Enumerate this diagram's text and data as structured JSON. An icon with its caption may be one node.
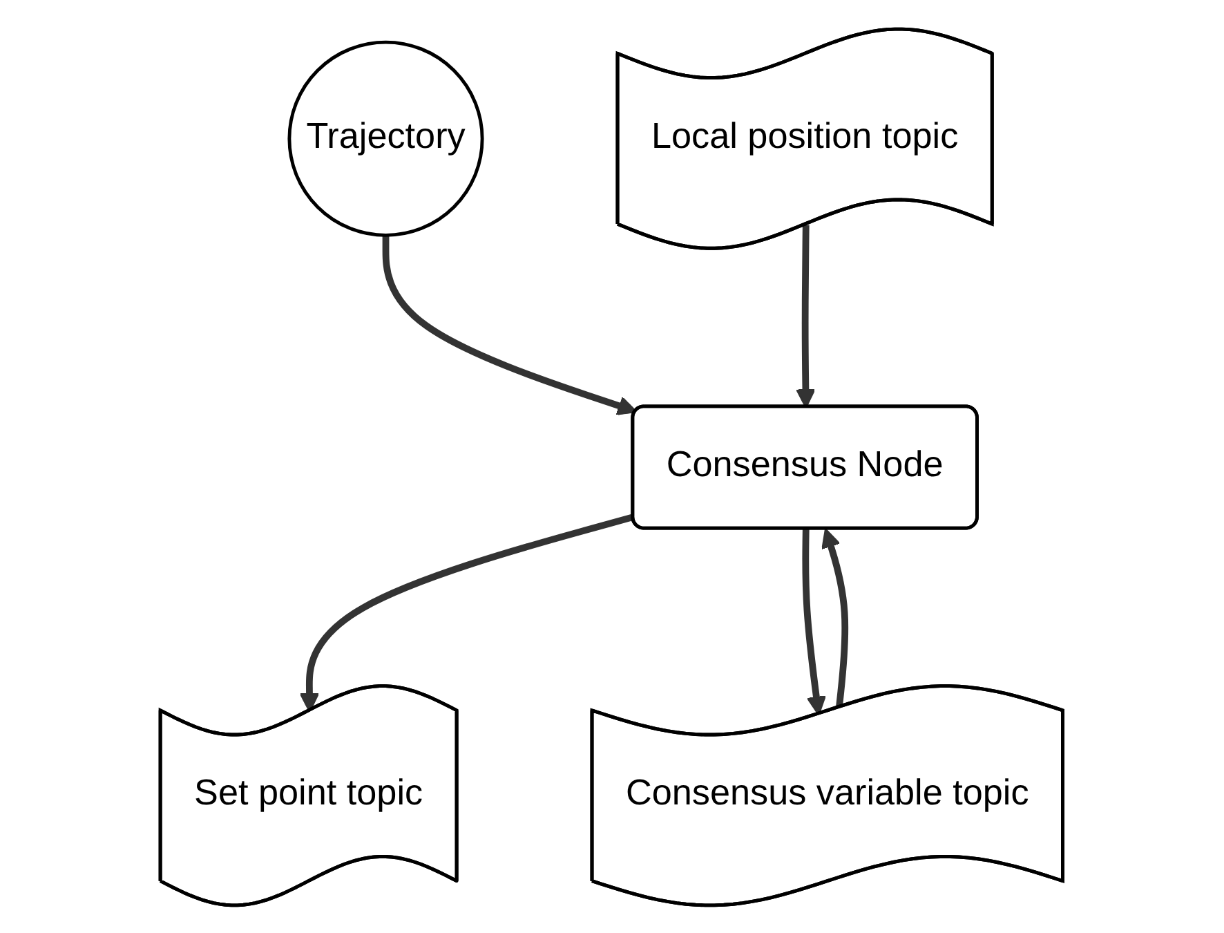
{
  "diagram": {
    "nodes": [
      {
        "text": [
          "Trajectory"
        ]
      },
      {
        "text": [
          "Consensus Node"
        ]
      },
      {
        "text": [
          "Local position topic"
        ]
      },
      {
        "text": [
          "Set point topic"
        ]
      },
      {
        "text": [
          "Consensus variable topic"
        ]
      }
    ],
    "edges": [
      {
        "from": 0,
        "to": 1,
        "arrow": "to"
      },
      {
        "from": 2,
        "to": 1,
        "arrow": "to"
      },
      {
        "from": 1,
        "to": 3,
        "arrow": "to"
      },
      {
        "from": 4,
        "to": 1,
        "arrow": "to"
      },
      {
        "from": 1,
        "to": 4,
        "arrow": "to"
      }
    ]
  }
}
